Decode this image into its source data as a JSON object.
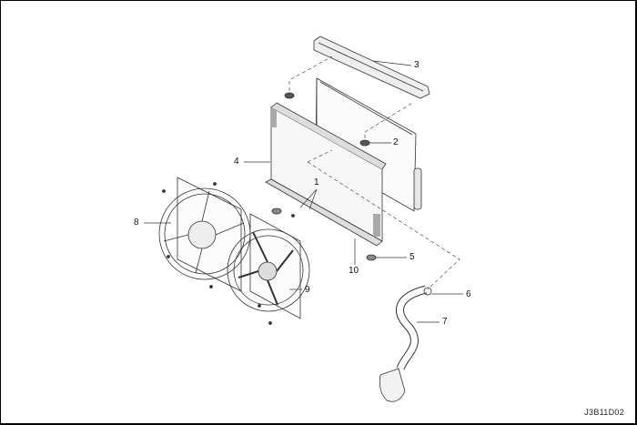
{
  "diagram": {
    "figure_code": "J3B11D02",
    "callouts": [
      "1",
      "2",
      "3",
      "4",
      "5",
      "6",
      "7",
      "8",
      "9",
      "10"
    ]
  }
}
